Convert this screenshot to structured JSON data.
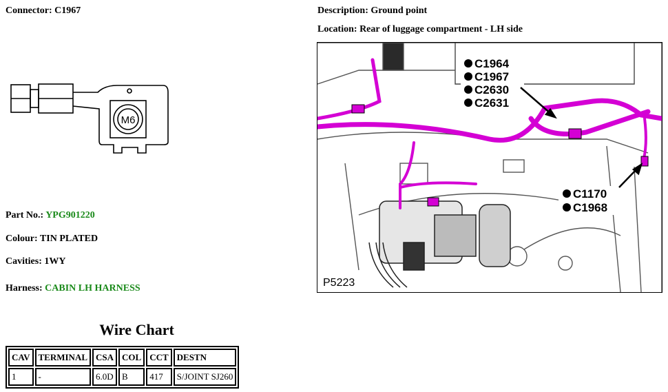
{
  "connector": {
    "label": "Connector:",
    "value": "C1967"
  },
  "description": {
    "label": "Description:",
    "value": "Ground point"
  },
  "location": {
    "label": "Location:",
    "value": "Rear of luggage compartment - LH side"
  },
  "part_no": {
    "label": "Part No.:",
    "value": "YPG901220"
  },
  "colour": {
    "label": "Colour:",
    "value": "TIN PLATED"
  },
  "cavities": {
    "label": "Cavities:",
    "value": "1WY"
  },
  "harness": {
    "label": "Harness:",
    "value": "CABIN LH HARNESS"
  },
  "connector_drawing": {
    "stud_label": "M6"
  },
  "photo": {
    "reference": "P5223",
    "callouts_upper": [
      "C1964",
      "C1967",
      "C2630",
      "C2631"
    ],
    "callouts_lower": [
      "C1170",
      "C1968"
    ]
  },
  "wire_chart": {
    "title": "Wire Chart",
    "headers": [
      "CAV",
      "TERMINAL",
      "CSA",
      "COL",
      "CCT",
      "DESTN"
    ],
    "rows": [
      [
        "1",
        "-",
        "6.0D",
        "B",
        "417",
        "S/JOINT SJ260"
      ]
    ]
  },
  "colors": {
    "link_green": "#1a8a1a",
    "harness_magenta": "#d400d4"
  }
}
